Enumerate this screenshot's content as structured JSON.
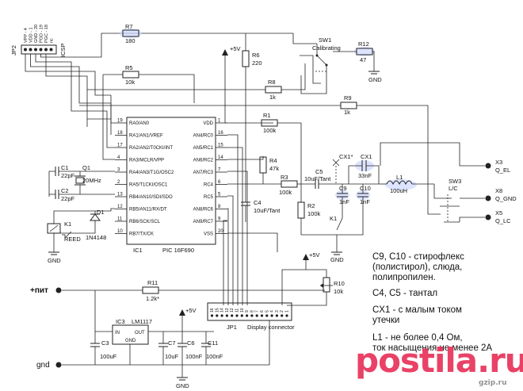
{
  "icsp": {
    "ref": "JP2",
    "name": "ICSP",
    "pins": [
      "VPP - 4",
      "VDD - 1",
      "GND - 20",
      "PGD - 19",
      "PGC - 18",
      "nc"
    ]
  },
  "parts": {
    "r7": {
      "ref": "R7",
      "val": "180"
    },
    "r6": {
      "ref": "R6",
      "val": "220"
    },
    "r5": {
      "ref": "R5",
      "val": "10k"
    },
    "r8": {
      "ref": "R8",
      "val": "1k"
    },
    "r9": {
      "ref": "R9",
      "val": "1k"
    },
    "r1": {
      "ref": "R1",
      "val": "100k"
    },
    "r4": {
      "ref": "R4",
      "val": "47k"
    },
    "r3": {
      "ref": "R3",
      "val": "100k"
    },
    "r2": {
      "ref": "R2",
      "val": "100k"
    },
    "r12": {
      "ref": "R12",
      "val": "47"
    },
    "r11": {
      "ref": "R11",
      "val": "1.2k*"
    },
    "r10": {
      "ref": "R10",
      "val": "10k"
    },
    "sw1": {
      "ref": "SW1",
      "val": "Calibrating"
    },
    "sw3": {
      "ref": "SW3",
      "val": "L/C"
    },
    "c1": {
      "ref": "C1",
      "val": "22pF"
    },
    "c2": {
      "ref": "C2",
      "val": "22pF"
    },
    "q1": {
      "ref": "Q1",
      "val": "20MHz"
    },
    "c4": {
      "ref": "C4",
      "val": "10uF/Tant"
    },
    "c5": {
      "ref": "C5",
      "val": "10uF/Tant"
    },
    "cx1": {
      "ref": "CX1",
      "val": "33nF"
    },
    "cx1s": {
      "ref": "CX1*"
    },
    "c9": {
      "ref": "C9",
      "val": "1nF"
    },
    "c10": {
      "ref": "C10",
      "val": "1nF"
    },
    "l1": {
      "ref": "L1",
      "val": "100uH"
    },
    "k1": {
      "ref": "K1",
      "val": "REED"
    },
    "k1b": {
      "ref": "K1"
    },
    "d1": {
      "ref": "D1",
      "val": "1N4148"
    },
    "c3": {
      "ref": "C3",
      "val": "100uF"
    },
    "c7": {
      "ref": "C7",
      "val": "10uF"
    },
    "c6": {
      "ref": "C6",
      "val": "100nF"
    },
    "c11": {
      "ref": "C11",
      "val": "100nF"
    },
    "ic3": {
      "ref": "IC3",
      "val": "LM1117",
      "in": "IN",
      "out": "OUT",
      "gnd": "GND"
    }
  },
  "ic1": {
    "ref": "IC1",
    "val": "PIC 16F690",
    "left": [
      {
        "n": "19",
        "s": "RA0/AN0"
      },
      {
        "n": "18",
        "s": "RA1/AN1/VREF"
      },
      {
        "n": "17",
        "s": "RA2/AN2/T0CKI/INT"
      },
      {
        "n": "4",
        "s": "RA3/MCLR/VPP"
      },
      {
        "n": "3",
        "s": "RA4/AN3/T1G/OSC2"
      },
      {
        "n": "2",
        "s": "RA5/T1CKI/OSC1"
      },
      {
        "n": "13",
        "s": "RB4/AN10/SDI/SDO"
      },
      {
        "n": "12",
        "s": "RB5/AN11/RX/DT"
      },
      {
        "n": "11",
        "s": "RB6/SCK/SCL"
      },
      {
        "n": "10",
        "s": "RB7/TX/CK"
      }
    ],
    "right": [
      {
        "n": "1",
        "s": "VDD"
      },
      {
        "n": "16",
        "s": "AN4/RC0"
      },
      {
        "n": "15",
        "s": "AN5/RC1"
      },
      {
        "n": "14",
        "s": "AN6/RC2"
      },
      {
        "n": "7",
        "s": "AN7/RC3"
      },
      {
        "n": "6",
        "s": "RC4"
      },
      {
        "n": "5",
        "s": "RC5"
      },
      {
        "n": "8",
        "s": "AN8/RC6"
      },
      {
        "n": "9",
        "s": "AN9/RC7"
      },
      {
        "n": "20",
        "s": "VSS"
      }
    ]
  },
  "jp1": {
    "ref": "JP1",
    "name": "Display connector",
    "pins": [
      "16",
      "15",
      "14",
      "13",
      "12",
      "11",
      "10",
      "9",
      "8",
      "7",
      "6",
      "5",
      "4",
      "3",
      "2",
      "1"
    ]
  },
  "rails": {
    "vcc": "+5V",
    "gnd": "GND",
    "pwr_in": "+пит",
    "gnd_in": "gnd"
  },
  "outputs": {
    "x3": "X3",
    "x3n": "Q_EL",
    "x8": "X8",
    "x8n": "Q_GND",
    "x5": "X5",
    "x5n": "Q_LC"
  },
  "notes": [
    "C9, C10 - стирофлекс\n(полистирол), слюда,\nполипропилен.",
    "C4, C5 - тантал",
    "CX1 - с малым током\nутечки",
    "L1 - не более 0,4 Ом,\nток насыщения не менее 2А"
  ],
  "watermark": {
    "main": "postila.ru",
    "small": "gzip.ru"
  }
}
